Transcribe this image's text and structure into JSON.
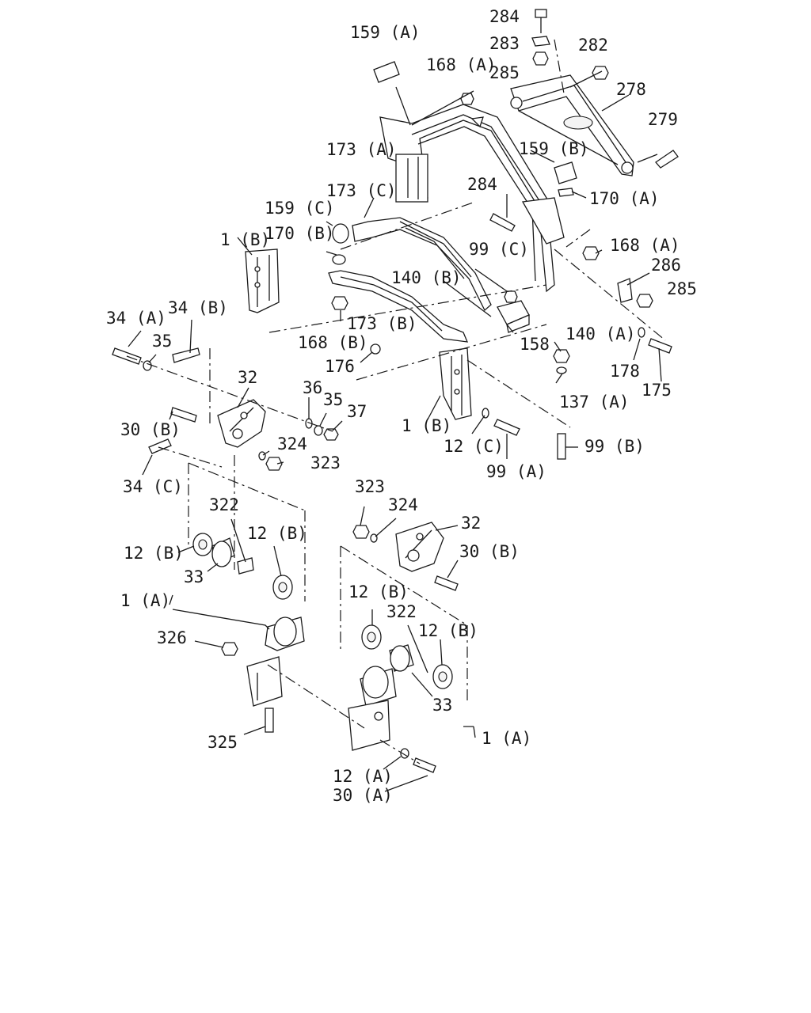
{
  "callouts": {
    "c284_top": "284",
    "c283": "283",
    "c285_top": "285",
    "c282": "282",
    "c159A": "159 (A)",
    "c168A_top": "168 (A)",
    "c278": "278",
    "c279": "279",
    "c173A": "173 (A)",
    "c159B": "159 (B)",
    "c170A": "170 (A)",
    "c284_mid": "284",
    "c173C": "173 (C)",
    "c159C": "159 (C)",
    "c170B": "170 (B)",
    "c1B_top": "1 (B)",
    "c99C": "99 (C)",
    "c168A_mid": "168 (A)",
    "c286": "286",
    "c285_mid": "285",
    "c140B": "140 (B)",
    "c173B": "173 (B)",
    "c168B": "168 (B)",
    "c158": "158",
    "c140A": "140 (A)",
    "c178": "178",
    "c175": "175",
    "c176": "176",
    "c137A": "137 (A)",
    "c34A": "34 (A)",
    "c34B": "34 (B)",
    "c35_top": "35",
    "c32_top": "32",
    "c36": "36",
    "c35_mid": "35",
    "c37": "37",
    "c30B_left": "30 (B)",
    "c324_left": "324",
    "c323_left": "323",
    "c34C": "34 (C)",
    "c1B_mid": "1 (B)",
    "c12C": "12 (C)",
    "c99A": "99 (A)",
    "c99B": "99 (B)",
    "c322_left": "322",
    "c12B_l1": "12 (B)",
    "c12B_l2": "12 (B)",
    "c33_left": "33",
    "c1A_left": "1 (A)",
    "c326": "326",
    "c325": "325",
    "c323_right": "323",
    "c324_right": "324",
    "c32_right": "32",
    "c30B_right": "30 (B)",
    "c12B_r1": "12 (B)",
    "c322_right": "322",
    "c12B_r2": "12 (B)",
    "c33_right": "33",
    "c1A_right": "1 (A)",
    "c12A": "12 (A)",
    "c30A": "30 (A)"
  }
}
